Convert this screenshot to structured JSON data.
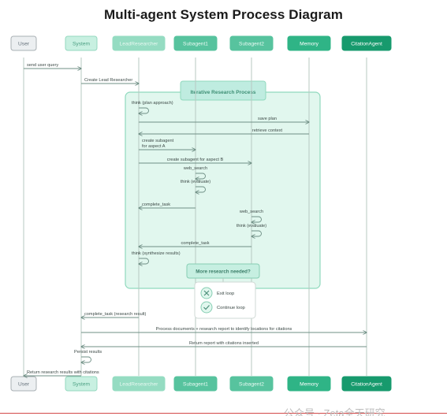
{
  "title": "Multi-agent System Process Diagram",
  "colors": {
    "user_fill": "#eceff1",
    "user_stroke": "#a9b0b4",
    "user_text": "#64707a",
    "system_fill": "#c8f0e1",
    "system_stroke": "#94d9bf",
    "system_text": "#4a9f82",
    "lead_fill": "#95dcc2",
    "lead_text": "#e7f8f1",
    "sub_fill": "#57c39e",
    "sub_text": "#eafaf4",
    "memory_fill": "#2fb486",
    "memory_text": "#ffffff",
    "citation_fill": "#179a6d",
    "citation_text": "#ffffff",
    "lifeline": "#b7c9c2",
    "arrow": "#6f8f85",
    "message_text": "#3d4a47",
    "loop_fill": "#e1f7ee",
    "loop_stroke": "#8fd9bd",
    "loop_header_fill": "#bfece0",
    "loop_header_text": "#3e8f75",
    "decision_fill": "#c6efe1",
    "decision_stroke": "#86ceb3",
    "decision_text": "#3c7e69",
    "option_icon": "#4d8f7b"
  },
  "participants": [
    {
      "id": "user",
      "label": "User",
      "style": "user"
    },
    {
      "id": "system",
      "label": "System",
      "style": "system"
    },
    {
      "id": "lead",
      "label": "LeadResearcher",
      "style": "lead"
    },
    {
      "id": "sub1",
      "label": "Subagent1",
      "style": "sub"
    },
    {
      "id": "sub2",
      "label": "Subagent2",
      "style": "sub"
    },
    {
      "id": "memory",
      "label": "Memory",
      "style": "memory"
    },
    {
      "id": "citation",
      "label": "CitationAgent",
      "style": "citation"
    }
  ],
  "loop": {
    "label": "Iterative Research Process",
    "decision_label": "More research needed?",
    "options": [
      {
        "label": "Exit loop",
        "icon": "close-icon"
      },
      {
        "label": "Continue loop",
        "icon": "check-icon"
      }
    ]
  },
  "messages": [
    {
      "from": "user",
      "to": "system",
      "label": "send user query"
    },
    {
      "from": "system",
      "to": "lead",
      "label": "Create Lead Researcher"
    },
    {
      "self": "lead",
      "label": "think (plan approach)"
    },
    {
      "from": "lead",
      "to": "memory",
      "label": "save plan"
    },
    {
      "from": "memory",
      "to": "lead",
      "label": "retrieve context"
    },
    {
      "from": "lead",
      "to": "sub1",
      "label": "create subagent\nfor aspect A"
    },
    {
      "from": "lead",
      "to": "sub2",
      "label": "create subagent for aspect B"
    },
    {
      "self": "sub1",
      "label": "web_search"
    },
    {
      "self": "sub1",
      "label": "think (evaluate)"
    },
    {
      "from": "sub1",
      "to": "lead",
      "label": "complete_task"
    },
    {
      "self": "sub2",
      "label": "web_search"
    },
    {
      "self": "sub2",
      "label": "think (evaluate)"
    },
    {
      "from": "sub2",
      "to": "lead",
      "label": "complete_task"
    },
    {
      "self": "lead",
      "label": "think (synthesize results)"
    },
    {
      "from": "lead",
      "to": "system",
      "label": "complete_task (research result)"
    },
    {
      "from": "system",
      "to": "citation",
      "label": "Process documents + research report to identify locations for citations"
    },
    {
      "from": "citation",
      "to": "system",
      "label": "Return report with citations inserted"
    },
    {
      "self": "system",
      "label": "Persist results"
    },
    {
      "from": "system",
      "to": "user",
      "label": "Return research results with citations"
    }
  ],
  "watermark": "公众号 · Zeta全天研究"
}
